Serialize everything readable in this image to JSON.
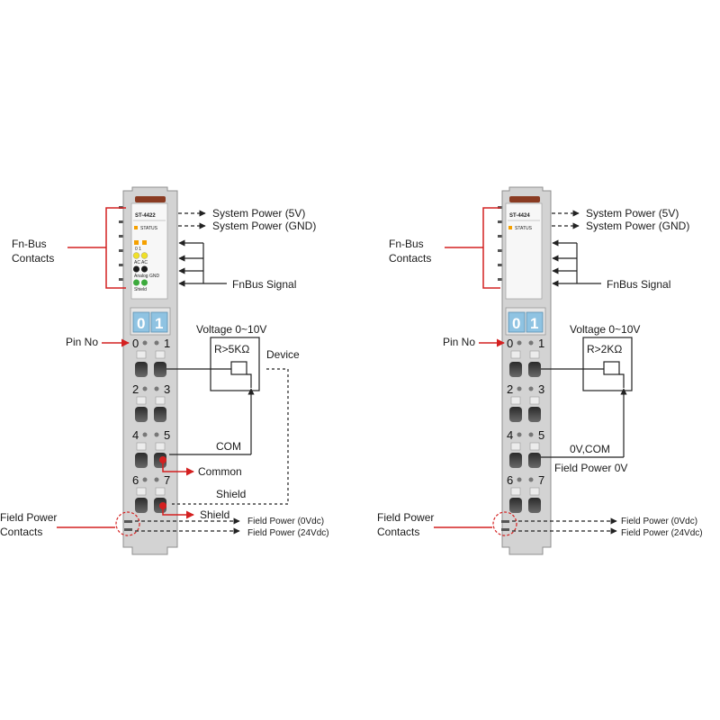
{
  "modules": [
    {
      "model": "ST-4422",
      "status_label": "STATUS",
      "led_labels": {
        "ch": "0 1",
        "err": "AC AC",
        "analog": "Analog GND",
        "shield": "Shield"
      },
      "channels": [
        "0",
        "1"
      ],
      "pins": [
        "0",
        "1",
        "2",
        "3",
        "4",
        "5",
        "6",
        "7"
      ],
      "labels": {
        "system_power_5v": "System Power (5V)",
        "system_power_gnd": "System Power (GND)",
        "fn_bus_contacts": "Fn-Bus\nContacts",
        "fnbus_signal": "FnBus Signal",
        "pin_no": "Pin No",
        "voltage": "Voltage  0~10V",
        "resistance": "R>5KΩ",
        "device": "Device",
        "com": "COM",
        "common": "Common",
        "shield_upper": "Shield",
        "shield_lower": "Shield",
        "field_power_contacts": "Field Power\nContacts",
        "field_power_0v": "Field Power (0Vdc)",
        "field_power_24v": "Field Power (24Vdc)"
      }
    },
    {
      "model": "ST-4424",
      "status_label": "STATUS",
      "channels": [
        "0",
        "1"
      ],
      "pins": [
        "0",
        "1",
        "2",
        "3",
        "4",
        "5",
        "6",
        "7"
      ],
      "labels": {
        "system_power_5v": "System Power (5V)",
        "system_power_gnd": "System Power (GND)",
        "fn_bus_contacts": "Fn-Bus\nContacts",
        "fnbus_signal": "FnBus Signal",
        "pin_no": "Pin No",
        "voltage": "Voltage  0~10V",
        "resistance": "R>2KΩ",
        "com": "0V,COM",
        "field_power_0v_label": "Field Power 0V",
        "field_power_contacts": "Field Power\nContacts",
        "field_power_0v": "Field Power (0Vdc)",
        "field_power_24v": "Field Power (24Vdc)"
      }
    }
  ],
  "colors": {
    "callout": "#d42020",
    "module_body": "#d3d3d3",
    "header_band": "#8a3b22",
    "channel_window": "#8fc3e2",
    "status_led": "#f5a000",
    "led_yellow": "#f0e028",
    "led_black": "#1a1a1a",
    "led_green": "#3caa3c",
    "wire": "#222222"
  }
}
